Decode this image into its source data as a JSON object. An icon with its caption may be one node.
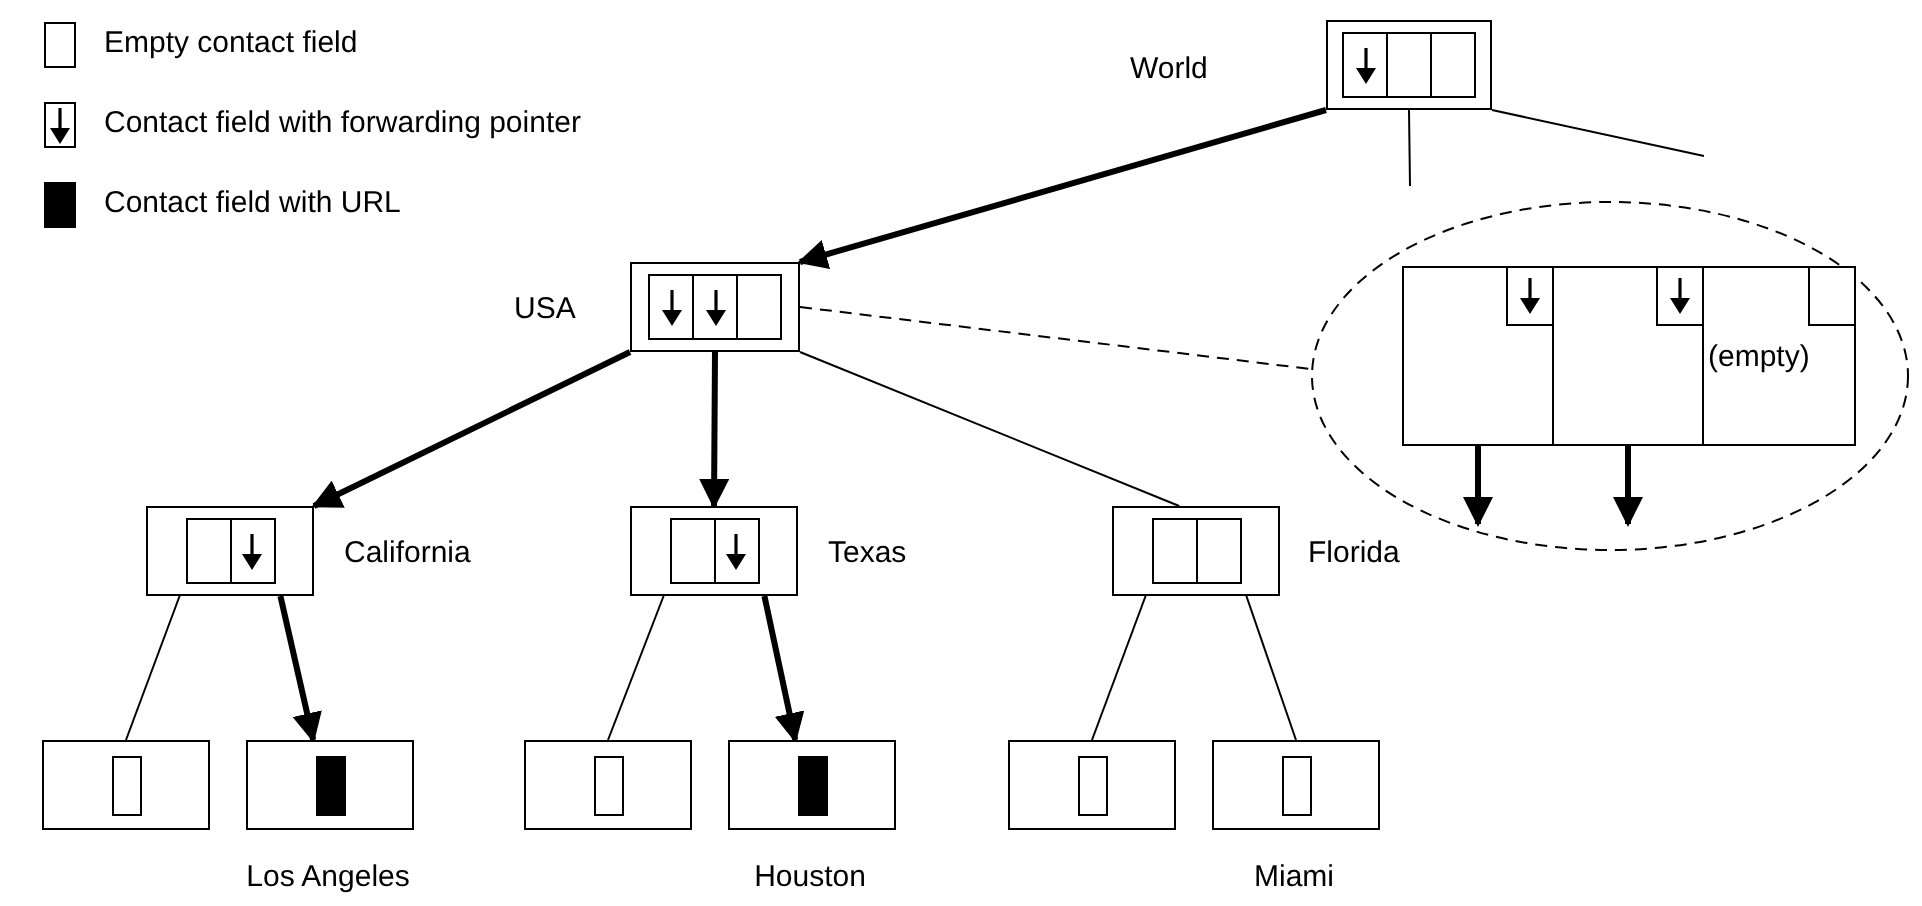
{
  "diagram": {
    "nodes": [
      {
        "text": [],
        "shape": "box",
        "beside": [
          "World"
        ]
      },
      {
        "text": [],
        "shape": "box",
        "beside": [
          "USA"
        ]
      },
      {
        "text": [],
        "shape": "box",
        "beside": [
          "California"
        ]
      },
      {
        "text": [],
        "shape": "box",
        "beside": [
          "Texas"
        ]
      },
      {
        "text": [],
        "shape": "box",
        "beside": [
          "Florida"
        ]
      },
      {
        "text": [],
        "shape": "box"
      },
      {
        "text": [],
        "shape": "box"
      },
      {
        "text": [],
        "shape": "box"
      },
      {
        "text": [],
        "shape": "box"
      },
      {
        "text": [],
        "shape": "box"
      },
      {
        "text": [],
        "shape": "box"
      },
      {
        "text": [],
        "shape": "ellipse"
      },
      {
        "text": [],
        "shape": "box",
        "in": 11
      },
      {
        "text": [],
        "shape": "box",
        "in": 11
      },
      {
        "text": [
          "(empty)"
        ],
        "in": 11
      }
    ],
    "edges": [
      {
        "from": 0,
        "to": 1,
        "arrow": "to",
        "style": "thick"
      },
      {
        "from": 0,
        "to": null,
        "arrow": "none"
      },
      {
        "from": 0,
        "to": null,
        "arrow": "none"
      },
      {
        "from": 1,
        "to": 2,
        "arrow": "to",
        "style": "thick"
      },
      {
        "from": 1,
        "to": 3,
        "arrow": "to",
        "style": "thick"
      },
      {
        "from": 1,
        "to": 4,
        "arrow": "none"
      },
      {
        "from": 1,
        "to": 11,
        "arrow": "none",
        "style": "dashed"
      },
      {
        "from": 2,
        "to": 5,
        "arrow": "none"
      },
      {
        "from": 2,
        "to": 6,
        "arrow": "to",
        "style": "thick"
      },
      {
        "from": 3,
        "to": 7,
        "arrow": "none"
      },
      {
        "from": 3,
        "to": 8,
        "arrow": "to",
        "style": "thick"
      },
      {
        "from": 4,
        "to": 9,
        "arrow": "none"
      },
      {
        "from": 4,
        "to": 10,
        "arrow": "none"
      },
      {
        "from": 12,
        "to": null,
        "arrow": "to",
        "style": "thick"
      },
      {
        "from": 13,
        "to": null,
        "arrow": "to",
        "style": "thick"
      }
    ],
    "labels": [
      "Los Angeles",
      "Houston",
      "Miami"
    ],
    "legend": [
      {
        "text": "Empty contact field"
      },
      {
        "text": "Contact field with forwarding pointer"
      },
      {
        "text": "Contact field with URL"
      }
    ]
  }
}
